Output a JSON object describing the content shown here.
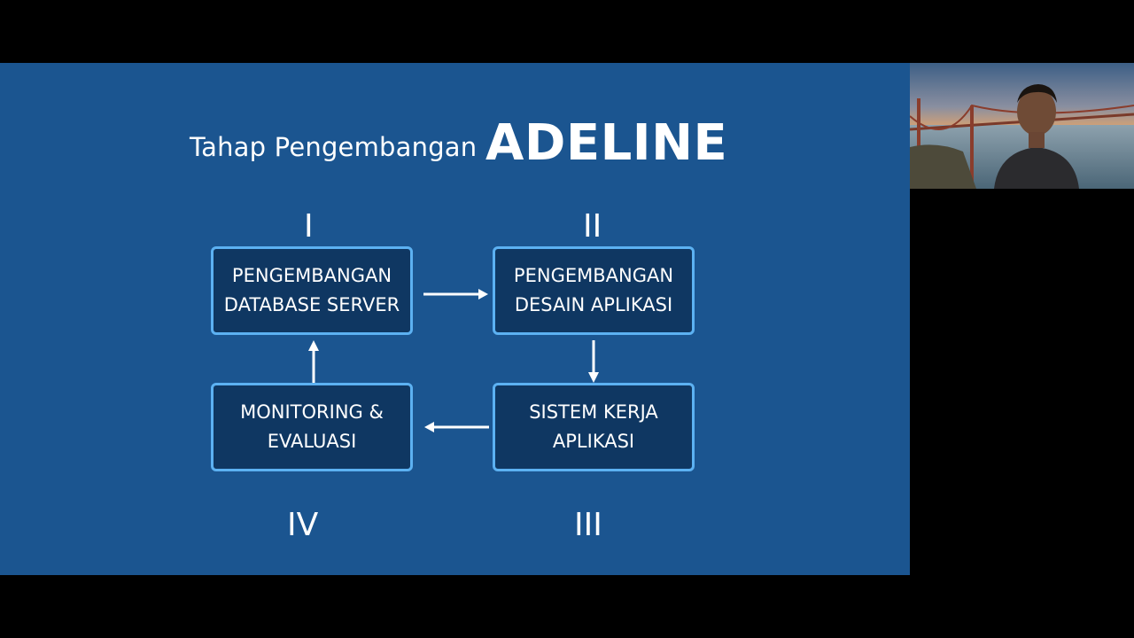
{
  "slide": {
    "title_prefix": "Tahap Pengembangan",
    "title_main": "ADELINE",
    "colors": {
      "background": "#1b5590",
      "box_fill": "#0f3762",
      "box_border": "#5cb1f2",
      "text": "#ffffff"
    },
    "steps": [
      {
        "numeral": "I",
        "line1": "PENGEMBANGAN",
        "line2": "DATABASE SERVER"
      },
      {
        "numeral": "II",
        "line1": "PENGEMBANGAN",
        "line2": "DESAIN APLIKASI"
      },
      {
        "numeral": "III",
        "line1": "SISTEM KERJA",
        "line2": "APLIKASI"
      },
      {
        "numeral": "IV",
        "line1": "MONITORING &",
        "line2": "EVALUASI"
      }
    ]
  },
  "camera": {
    "icon": "webcam-presenter-feed"
  }
}
